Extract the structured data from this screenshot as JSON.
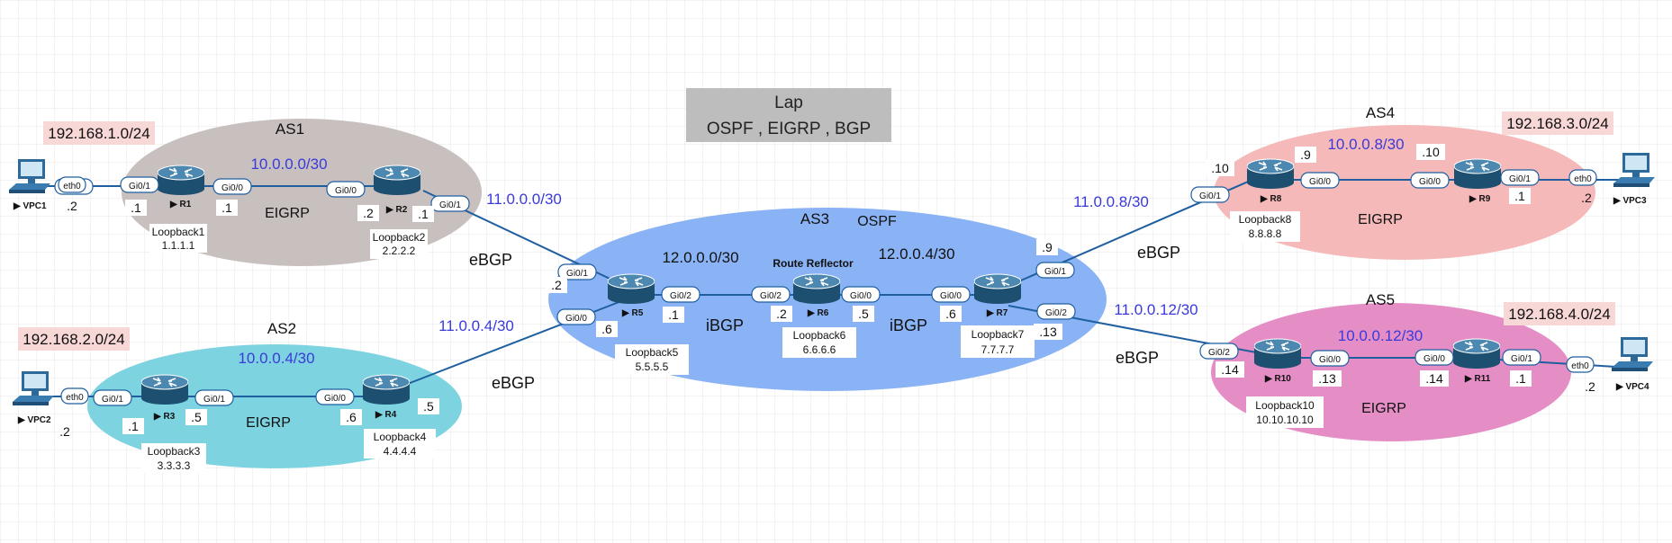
{
  "title": {
    "line1": "Lap",
    "line2": "OSPF , EIGRP , BGP"
  },
  "colors": {
    "as1": "#c8bfbf",
    "as2": "#7dd3e0",
    "as3": "#8ab3f5",
    "as4": "#f6b9b9",
    "as5": "#e58ec6",
    "lan_highlight": "#f8d7d7",
    "link": "#1f5fa0",
    "network_text": "#3a3adb",
    "title_box": "#bdbdbd"
  },
  "areas": [
    {
      "id": "as1",
      "label": "AS1",
      "network": "10.0.0.0/30",
      "protocol": "EIGRP"
    },
    {
      "id": "as2",
      "label": "AS2",
      "network": "10.0.0.4/30",
      "protocol": "EIGRP"
    },
    {
      "id": "as3",
      "label": "AS3",
      "protocol": "OSPF",
      "networks": [
        "12.0.0.0/30",
        "12.0.0.4/30"
      ],
      "ibgp": [
        "iBGP",
        "iBGP"
      ],
      "route_reflector": "Route Reflector"
    },
    {
      "id": "as4",
      "label": "AS4",
      "network": "10.0.0.8/30",
      "protocol": "EIGRP"
    },
    {
      "id": "as5",
      "label": "AS5",
      "network": "10.0.0.12/30",
      "protocol": "EIGRP"
    }
  ],
  "lans": [
    "192.168.1.0/24",
    "192.168.2.0/24",
    "192.168.3.0/24",
    "192.168.4.0/24"
  ],
  "inter_as": [
    {
      "network": "11.0.0.0/30",
      "type": "eBGP"
    },
    {
      "network": "11.0.0.4/30",
      "type": "eBGP"
    },
    {
      "network": "11.0.0.8/30",
      "type": "eBGP"
    },
    {
      "network": "11.0.0.12/30",
      "type": "eBGP"
    }
  ],
  "routers": [
    {
      "name": "R1",
      "loopback": "Loopback1",
      "loopback_ip": "1.1.1.1"
    },
    {
      "name": "R2",
      "loopback": "Loopback2",
      "loopback_ip": "2.2.2.2"
    },
    {
      "name": "R3",
      "loopback": "Loopback3",
      "loopback_ip": "3.3.3.3"
    },
    {
      "name": "R4",
      "loopback": "Loopback4",
      "loopback_ip": "4.4.4.4"
    },
    {
      "name": "R5",
      "loopback": "Loopback5",
      "loopback_ip": "5.5.5.5"
    },
    {
      "name": "R6",
      "loopback": "Loopback6",
      "loopback_ip": "6.6.6.6"
    },
    {
      "name": "R7",
      "loopback": "Loopback7",
      "loopback_ip": "7.7.7.7"
    },
    {
      "name": "R8",
      "loopback": "Loopback8",
      "loopback_ip": "8.8.8.8"
    },
    {
      "name": "R9"
    },
    {
      "name": "R10",
      "loopback": "Loopback10",
      "loopback_ip": "10.10.10.10"
    },
    {
      "name": "R11"
    }
  ],
  "pcs": [
    {
      "name": "VPC1",
      "port": "eth0",
      "ip": ".2"
    },
    {
      "name": "VPC2",
      "port": "eth0",
      "ip": ".2"
    },
    {
      "name": "VPC3",
      "port": "eth0",
      "ip": ".2"
    },
    {
      "name": "VPC4",
      "port": "eth0",
      "ip": ".2"
    }
  ],
  "ports": {
    "p1": "Gi0/1",
    "p2": "Gi0/0",
    "p3": "Gi0/0",
    "p4": "Gi0/1",
    "p5": "Gi0/0",
    "p6": "Gi0/1",
    "p7": "Gi0/1",
    "p8": "Gi0/0",
    "p9": "Gi0/1",
    "p10": "Gi0/0",
    "p11": "Gi0/2",
    "p12": "Gi0/2",
    "p13": "Gi0/0",
    "p14": "Gi0/0",
    "p15": "Gi0/1",
    "p16": "Gi0/2",
    "p17": "Gi0/1",
    "p18": "Gi0/0",
    "p19": "Gi0/0",
    "p20": "Gi0/1",
    "p21": "Gi0/2",
    "p22": "Gi0/0",
    "p23": "Gi0/0",
    "p24": "Gi0/1"
  },
  "ips": {
    "i1": ".1",
    "i2": ".1",
    "i3": ".2",
    "i4": ".1",
    "i5": ".1",
    "i6": ".5",
    "i7": ".6",
    "i8": ".5",
    "i9": ".2",
    "i10": ".6",
    "i11": ".1",
    "i12": ".2",
    "i13": ".5",
    "i14": ".6",
    "i15": ".9",
    "i16": ".13",
    "i17": ".10",
    "i18": ".9",
    "i19": ".10",
    "i20": ".1",
    "i21": ".14",
    "i22": ".13",
    "i23": ".14",
    "i24": ".1"
  }
}
